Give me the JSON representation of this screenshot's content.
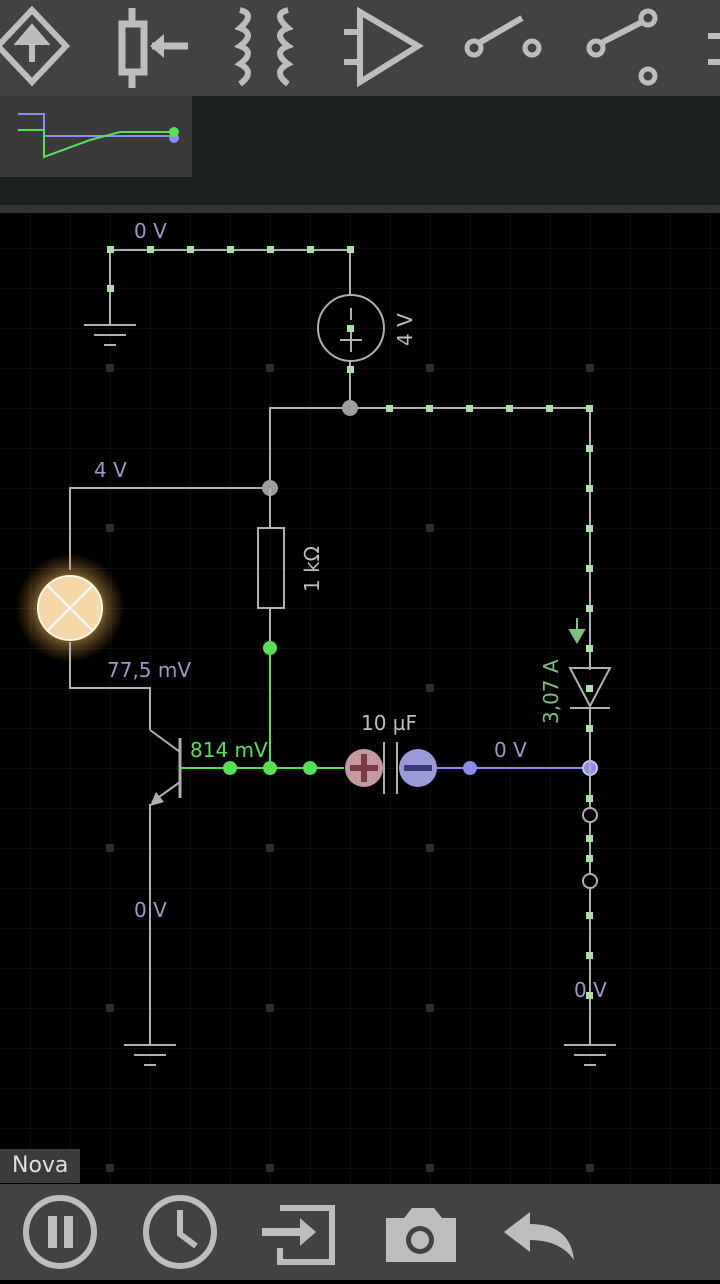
{
  "toolbar": {
    "tools": [
      {
        "icon": "current-source-icon"
      },
      {
        "icon": "potentiometer-icon"
      },
      {
        "icon": "transformer-icon"
      },
      {
        "icon": "op-amp-icon"
      },
      {
        "icon": "switch-spst-icon"
      },
      {
        "icon": "switch-spdt-icon"
      },
      {
        "icon": "more-tools-icon"
      }
    ]
  },
  "labels": {
    "top_wire_voltage": "0 V",
    "battery_voltage": "4 V",
    "left_node_voltage": "4 V",
    "resistor_value": "1 kΩ",
    "collector_voltage": "77,5 mV",
    "base_voltage": "814 mV",
    "capacitor_value": "10 µF",
    "capacitor_right_voltage": "0 V",
    "diode_current": "3,07 A",
    "emitter_voltage": "0 V",
    "right_ground_voltage": "0 V"
  },
  "status": {
    "text": "Nova"
  },
  "bottombar": {
    "buttons": [
      {
        "icon": "pause-icon"
      },
      {
        "icon": "clock-icon"
      },
      {
        "icon": "export-icon"
      },
      {
        "icon": "camera-icon"
      },
      {
        "icon": "undo-icon"
      }
    ]
  },
  "colors": {
    "toolbar_bg": "#424242",
    "wire_zero": "#b0b0b0",
    "wire_positive": "#56e056",
    "wire_negative": "#8c8cf0",
    "grid": "#1e1e1e"
  }
}
